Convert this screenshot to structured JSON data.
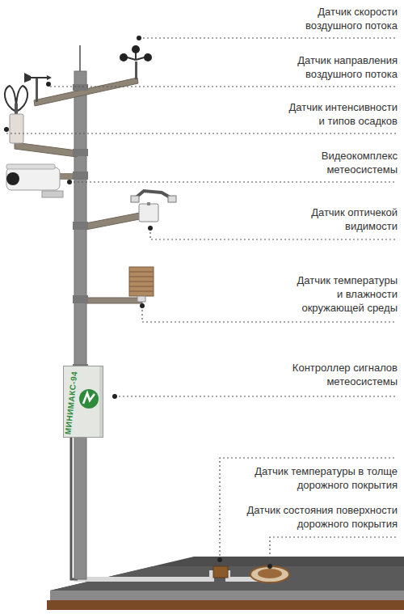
{
  "diagram": {
    "nodes": [
      {
        "text": [
          "МИНИМАКС-94"
        ]
      }
    ],
    "labels": [
      "Датчик скорости воздушного потока",
      "Датчик направления воздушного потока",
      "Датчик интенсивности и типов осадков",
      "Видеокомплекс метеосистемы",
      "Датчик оптичекой видимости",
      "Датчик температуры и влажности окружающей среды",
      "Контроллер сигналов метеосистемы",
      "Датчик температуры в толще дорожного покрытия",
      "Датчик состояния поверхности дорожного покрытия"
    ]
  }
}
